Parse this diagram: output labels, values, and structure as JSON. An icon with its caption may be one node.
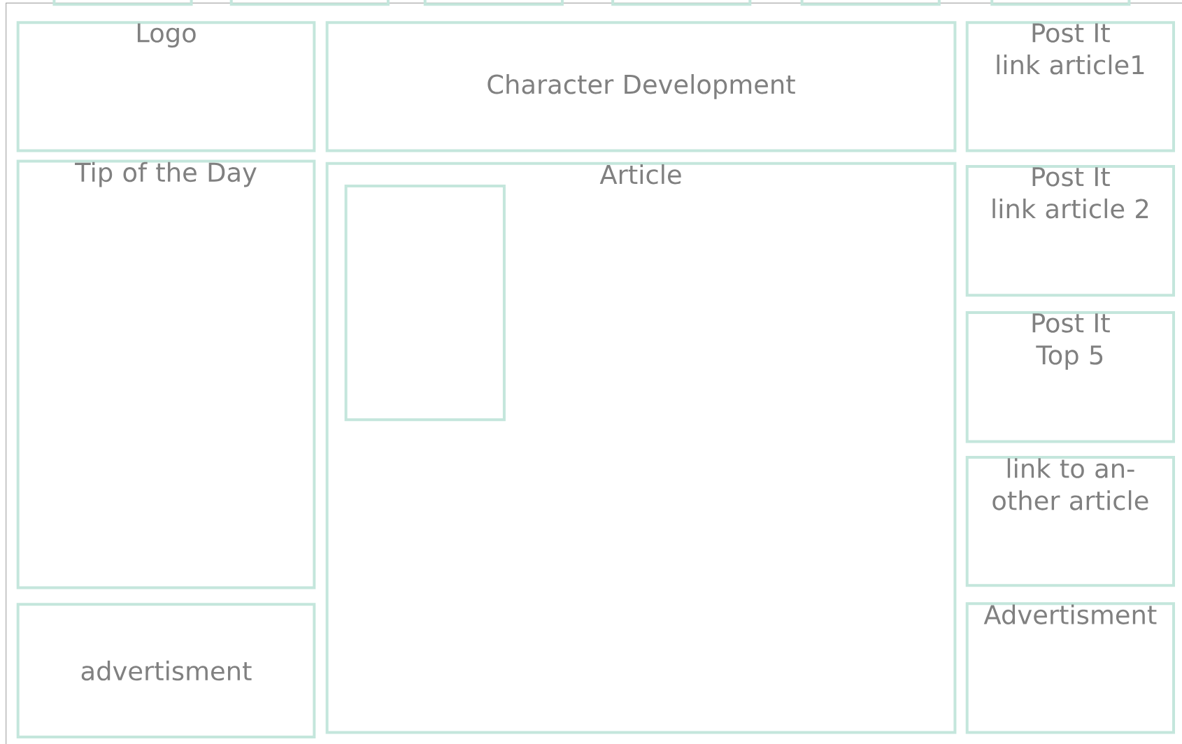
{
  "diagram": {
    "nodes": [
      {
        "text": [],
        "shape": "box"
      },
      {
        "text": [],
        "shape": "box"
      },
      {
        "text": [],
        "shape": "box"
      },
      {
        "text": [],
        "shape": "box"
      },
      {
        "text": [],
        "shape": "box"
      },
      {
        "text": [],
        "shape": "box"
      },
      {
        "text": [
          "Logo"
        ]
      },
      {
        "text": [
          "Character Development"
        ]
      },
      {
        "text": [
          "Post It",
          "link article1"
        ]
      },
      {
        "text": [
          "Tip of the Day"
        ]
      },
      {
        "text": [
          "Article"
        ]
      },
      {
        "text": [],
        "shape": "box",
        "in": 10
      },
      {
        "text": [
          "Post It",
          "link article 2"
        ]
      },
      {
        "text": [
          "Post It",
          "Top 5"
        ]
      },
      {
        "text": [
          "link to an-other article"
        ]
      },
      {
        "text": [
          "advertisment"
        ]
      },
      {
        "text": [
          "Advertisment"
        ]
      }
    ]
  }
}
